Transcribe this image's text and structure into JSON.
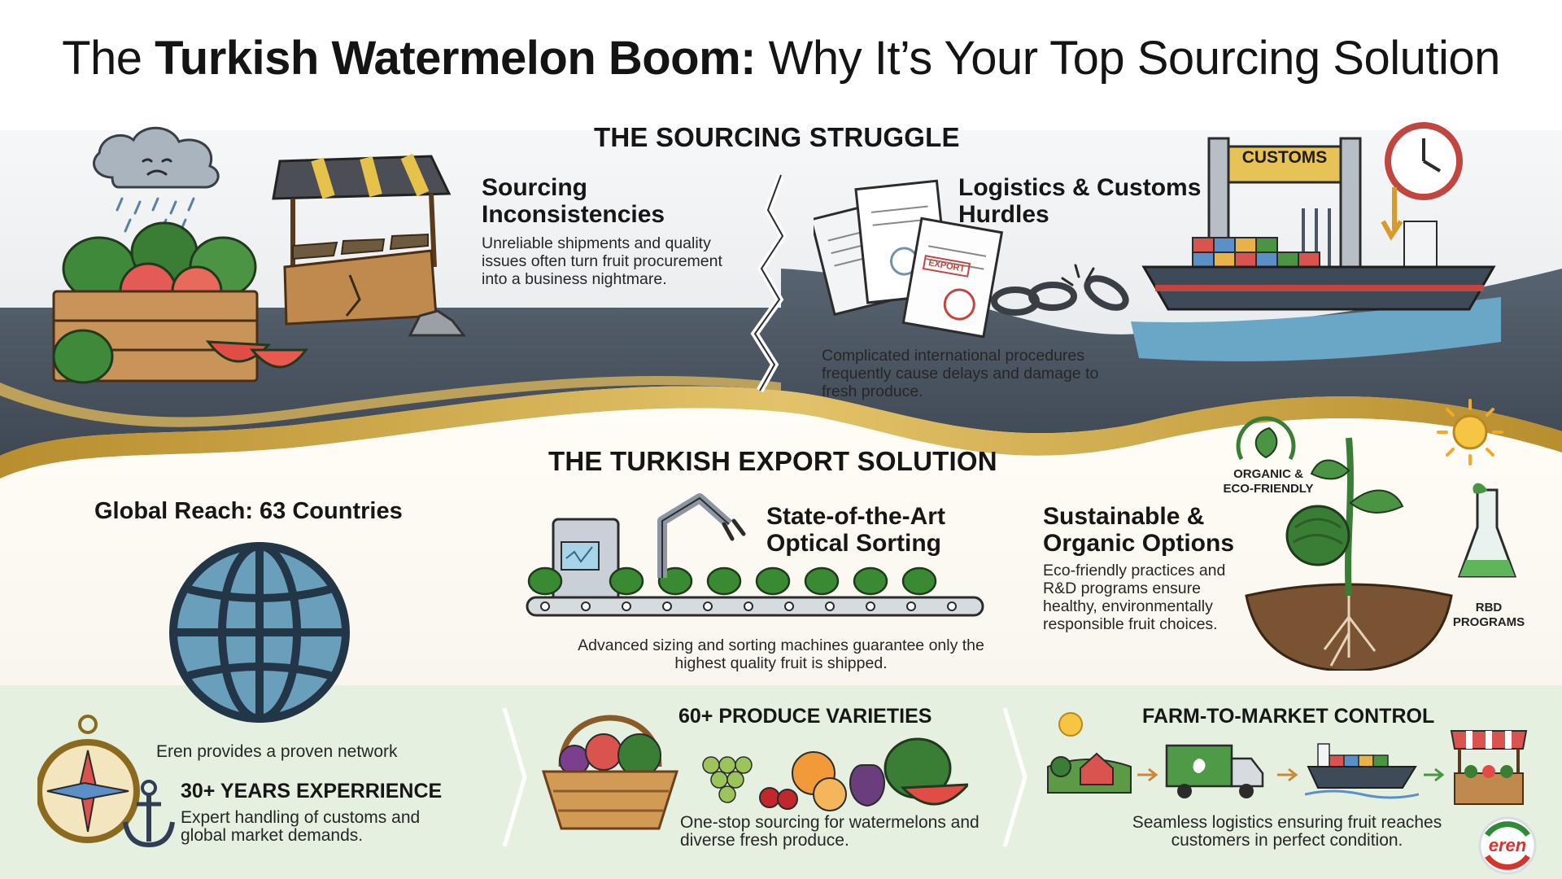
{
  "title": {
    "prefix": "The ",
    "bold": "Turkish Watermelon Boom:",
    "suffix": " Why It’s Your Top Sourcing Solution"
  },
  "struggle": {
    "title": "THE SOURCING STRUGGLE",
    "items": [
      {
        "heading": "Sourcing Inconsistencies",
        "text": "Unreliable shipments and quality issues often turn fruit procurement into a business nightmare."
      },
      {
        "heading": "Logistics & Customs Hurdles",
        "text": "Complicated international procedures frequently cause delays and damage to fresh produce."
      }
    ],
    "customs_sign": "CUSTOMS",
    "stamp_label": "EXPORT"
  },
  "solution": {
    "title": "THE TURKISH EXPORT SOLUTION",
    "global_reach": "Global Reach: 63 Countries",
    "sorting": {
      "heading": "State-of-the-Art Optical Sorting",
      "text": "Advanced sizing and sorting machines guarantee only the highest quality fruit is shipped."
    },
    "sustainable": {
      "heading": "Sustainable & Organic Options",
      "text": "Eco-friendly practices and R&D programs ensure healthy, environmentally responsible fruit choices.",
      "badge_organic": "ORGANIC & ECO-FRIENDLY",
      "badge_rd": "RBD PROGRAMS"
    }
  },
  "bottom": {
    "network": "Eren provides a proven network",
    "experience_title": "30+ YEARS EXPERRIENCE",
    "experience_text": "Expert handling of customs and global market demands.",
    "varieties_title": "60+ PRODUCE VARIETIES",
    "varieties_text": "One-stop sourcing for watermelons and diverse fresh produce.",
    "control_title": "FARM-TO-MARKET CONTROL",
    "control_text": "Seamless logistics ensuring fruit reaches customers in perfect condition.",
    "logo_text": "eren"
  },
  "colors": {
    "gold": "#c9a447",
    "dark_band": "#4b5563",
    "mint": "#e4efdf",
    "globe": "#5b91ad",
    "melon": "#3a7d35"
  },
  "icons": [
    "rain-cloud-icon",
    "broken-stall-icon",
    "documents-icon",
    "broken-chain-icon",
    "clock-icon",
    "cargo-ship-icon",
    "globe-icon",
    "conveyor-icon",
    "robot-arm-icon",
    "plant-icon",
    "sun-icon",
    "flask-icon",
    "compass-icon",
    "anchor-icon",
    "basket-icon",
    "fruits-icon",
    "farm-icon",
    "truck-icon",
    "market-stall-icon",
    "arrow-right-icon"
  ]
}
